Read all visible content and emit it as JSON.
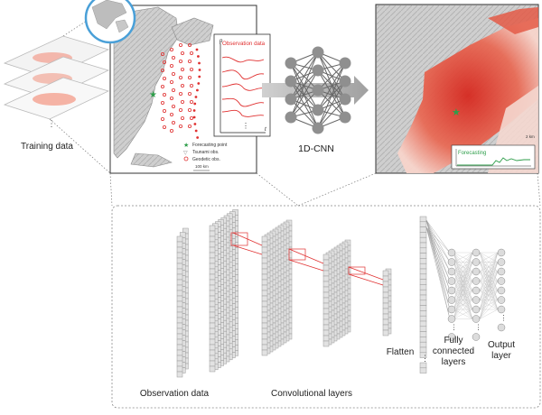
{
  "top": {
    "training_label": "Training data",
    "network_label": "1D-CNN",
    "observation_inset": {
      "title": "Observation data",
      "y_axis": "p",
      "x_axis": "t",
      "ellipsis": "⋮"
    },
    "map_legend": {
      "items": [
        {
          "label": "Forecasting point",
          "marker": "star"
        },
        {
          "label": "Tsunami obs.",
          "marker": "triangle"
        },
        {
          "label": "Geodetic obs.",
          "marker": "circle"
        }
      ],
      "scale": "100 km"
    },
    "result_map": {
      "scale": "2 km",
      "forecast_label": "Forecasting"
    }
  },
  "bottom": {
    "observation_label": "Observation data",
    "conv_label": "Convolutional layers",
    "flatten_label": "Flatten",
    "fc_label": [
      "Fully",
      "connected",
      "layers"
    ],
    "output_label": [
      "Output",
      "layer"
    ]
  },
  "colors": {
    "accent_red": "#e03030",
    "forecast_green": "#2e9e4a",
    "cube_fill": "#e2e2e2",
    "cube_stroke": "#9a9a9a",
    "node_fill": "#8f8f8f"
  }
}
